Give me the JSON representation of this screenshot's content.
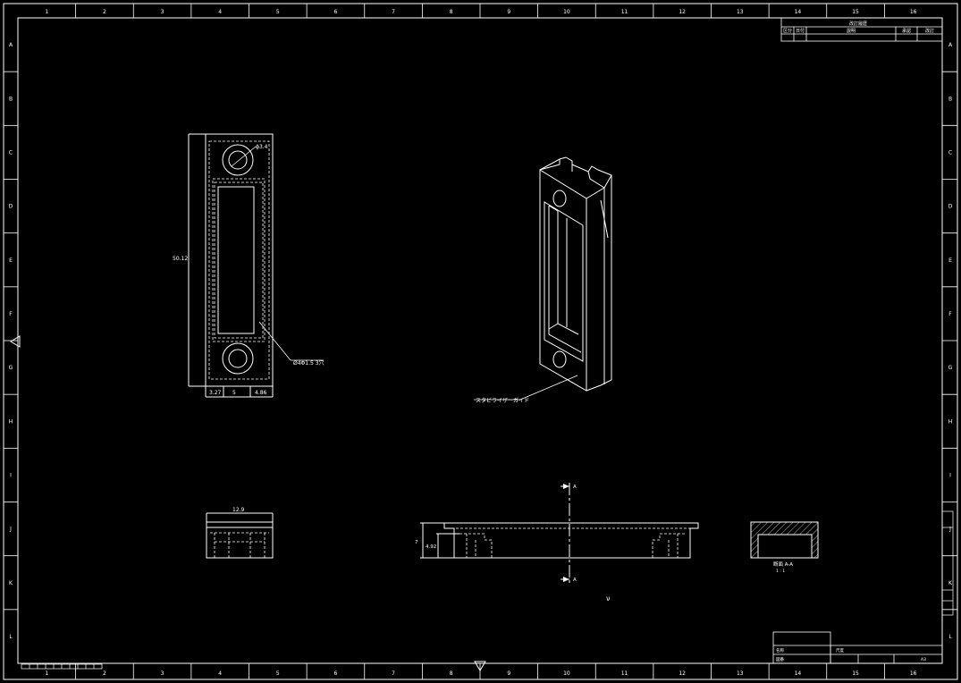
{
  "colors": {
    "background": "#000000",
    "line": "#ffffff",
    "dim": "#00c8ff",
    "dashed": "#ffffff"
  },
  "grid": {
    "top_cols": [
      "1",
      "2",
      "3",
      "4",
      "5",
      "6",
      "7",
      "8",
      "9",
      "10",
      "11",
      "12",
      "13",
      "14",
      "15",
      "16"
    ],
    "bottom_cols": [
      "1",
      "2",
      "3",
      "4",
      "5",
      "6",
      "7",
      "8",
      "9",
      "10",
      "11",
      "12",
      "13",
      "14",
      "15",
      "16"
    ],
    "left_rows": [
      "A",
      "B",
      "C",
      "D",
      "E",
      "F",
      "G",
      "H",
      "I",
      "J",
      "K",
      "L"
    ],
    "right_rows": [
      "A",
      "B",
      "C",
      "D",
      "E",
      "F",
      "G",
      "H",
      "I",
      "J",
      "K",
      "L"
    ]
  },
  "dimensions": {
    "hole_dia": "ϕ3.4",
    "height": "50.12",
    "width_left": "3.27",
    "width_mid": "5",
    "width_right": "4.86",
    "side_width": "12.9",
    "front_height": "7",
    "front_inner": "4.92"
  },
  "annotations": {
    "front_note": "Ø4Φ1.5 3穴",
    "iso_note": "スタビライザーガイド",
    "section_label": "断面 A-A",
    "section_scale": "1 : 1",
    "section_mark_top": "A",
    "section_mark_bottom": "A",
    "stray_mark": "ν"
  },
  "title_top": {
    "heading": "改訂履歴",
    "col1": "区分",
    "col2": "日付",
    "col3": "説明",
    "col4": "承認",
    "col5": "改訂"
  },
  "title_block": {
    "company": "",
    "row1": "名称",
    "row2": "図番",
    "row3": "尺度",
    "sheet": "A3"
  }
}
